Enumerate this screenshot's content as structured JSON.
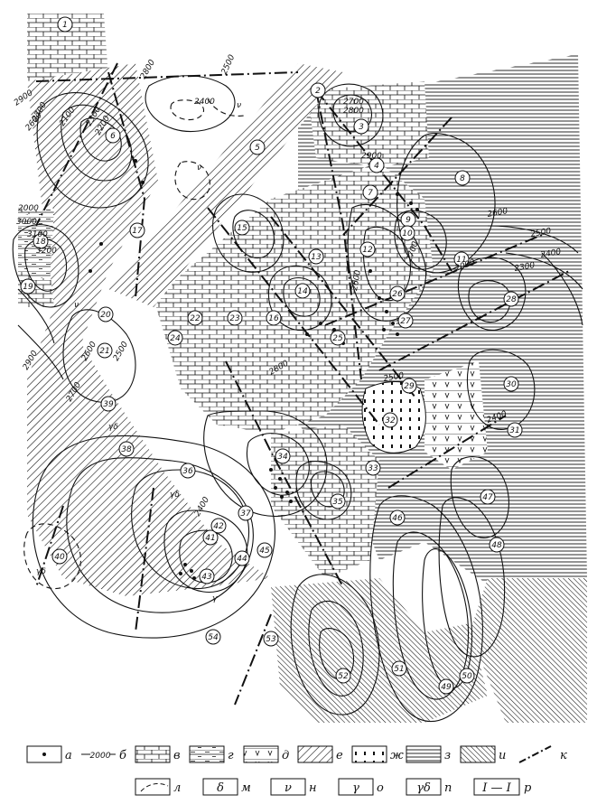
{
  "contour_labels": [
    "2900",
    "2800",
    "2700",
    "2600",
    "2500",
    "2400",
    "2300",
    "2200",
    "2100",
    "2000",
    "3000",
    "3100",
    "3200",
    "2000",
    "2900",
    "2800",
    "2700",
    "2600",
    "2500",
    "2400",
    "2300",
    "2600",
    "2700",
    "2500",
    "2400",
    "2800",
    "2900",
    "2700",
    "2600",
    "2500",
    "2400"
  ],
  "wells": [
    "1",
    "2",
    "3",
    "4",
    "5",
    "6",
    "7",
    "8",
    "9",
    "10",
    "11",
    "12",
    "13",
    "14",
    "15",
    "16",
    "17",
    "18",
    "19",
    "20",
    "21",
    "22",
    "23",
    "24",
    "25",
    "26",
    "27",
    "28",
    "29",
    "30",
    "31",
    "32",
    "33",
    "34",
    "35",
    "36",
    "37",
    "38",
    "39",
    "40",
    "41",
    "42",
    "43",
    "44",
    "45",
    "46",
    "47",
    "48",
    "49",
    "50",
    "51",
    "52",
    "53",
    "54"
  ],
  "legend_row1": [
    {
      "key": "a",
      "letter": "а"
    },
    {
      "key": "b",
      "letter": "б",
      "sample": "2000"
    },
    {
      "key": "v",
      "letter": "в"
    },
    {
      "key": "g",
      "letter": "г"
    },
    {
      "key": "d",
      "letter": "д"
    },
    {
      "key": "e",
      "letter": "е"
    },
    {
      "key": "zh",
      "letter": "ж"
    },
    {
      "key": "z",
      "letter": "з"
    },
    {
      "key": "i",
      "letter": "и"
    },
    {
      "key": "k",
      "letter": "к"
    }
  ],
  "legend_row2": [
    {
      "key": "l",
      "letter": "л"
    },
    {
      "key": "m",
      "letter": "м",
      "glyph": "δ"
    },
    {
      "key": "n",
      "letter": "н",
      "glyph": "ν"
    },
    {
      "key": "o",
      "letter": "о",
      "glyph": "γ"
    },
    {
      "key": "p",
      "letter": "п",
      "glyph": "γδ"
    },
    {
      "key": "r",
      "letter": "р",
      "glyph": "I — I"
    }
  ],
  "map_symbols": [
    "γδ",
    "γδ",
    "γ",
    "γδ",
    "ν",
    "ν",
    "ν"
  ]
}
